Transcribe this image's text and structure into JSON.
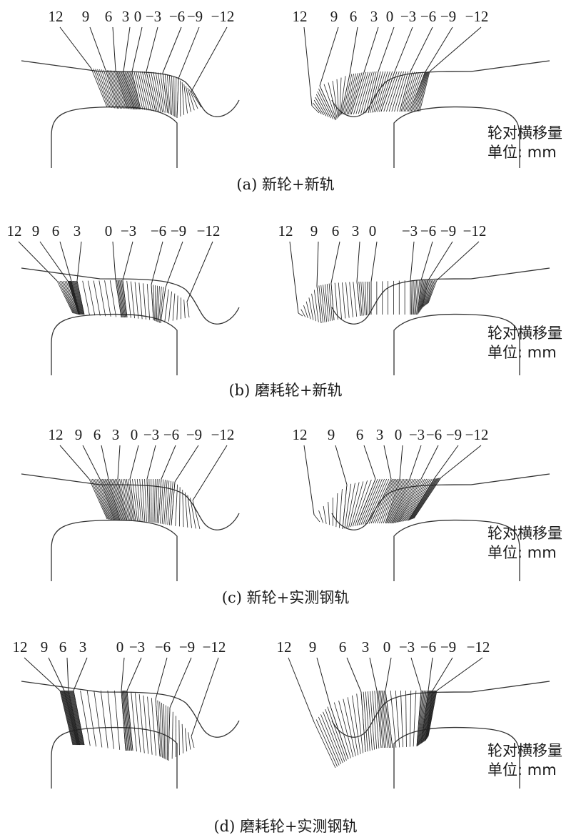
{
  "shift_labels": [
    "12",
    "9",
    "6",
    "3",
    "0",
    "−3",
    "−6",
    "−9",
    "−12"
  ],
  "unit_label_line1": "轮对横移量",
  "unit_label_line2": "单位: mm",
  "panels": [
    {
      "caption": "(a) 新轮+新轨",
      "wheel": "新轮",
      "rail": "新轨"
    },
    {
      "caption": "(b) 磨耗轮+新轨",
      "wheel": "磨耗轮",
      "rail": "新轨"
    },
    {
      "caption": "(c) 新轮+实测钢轨",
      "wheel": "新轮",
      "rail": "实测钢轨"
    },
    {
      "caption": "(d) 磨耗轮+实测钢轨",
      "wheel": "磨耗轮",
      "rail": "实测钢轨"
    }
  ]
}
